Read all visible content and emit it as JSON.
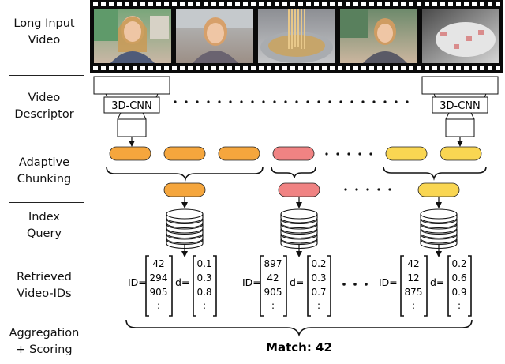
{
  "stages": [
    {
      "label": "Long Input\nVideo"
    },
    {
      "label": "Video\nDescriptor"
    },
    {
      "label": "Adaptive\nChunking"
    },
    {
      "label": "Index\nQuery"
    },
    {
      "label": "Retrieved\nVideo-IDs"
    },
    {
      "label": "Aggregation\n+ Scoring"
    }
  ],
  "cnn_label": "3D-CNN",
  "frames": [
    {
      "scene": "woman-green-wall"
    },
    {
      "scene": "woman-grey-wall"
    },
    {
      "scene": "pot-with-pasta"
    },
    {
      "scene": "woman-kitchen"
    },
    {
      "scene": "pan-cooking"
    }
  ],
  "descriptor_colors": {
    "orange": "#f5a63d",
    "pink": "#f08383",
    "yellow": "#f9d652"
  },
  "retrieved_groups": [
    {
      "id_prefix": "ID=",
      "ids": [
        "42",
        "294",
        "905",
        ":"
      ],
      "d_prefix": "d=",
      "distances": [
        "0.1",
        "0.3",
        "0.8",
        ":"
      ]
    },
    {
      "id_prefix": "ID=",
      "ids": [
        "897",
        "42",
        "905",
        ":"
      ],
      "d_prefix": "d=",
      "distances": [
        "0.2",
        "0.3",
        "0.7",
        ":"
      ]
    },
    {
      "id_prefix": "ID=",
      "ids": [
        "42",
        "12",
        "875",
        ":"
      ],
      "d_prefix": "d=",
      "distances": [
        "0.2",
        "0.6",
        "0.9",
        ":"
      ]
    }
  ],
  "match_label": "Match: 42"
}
